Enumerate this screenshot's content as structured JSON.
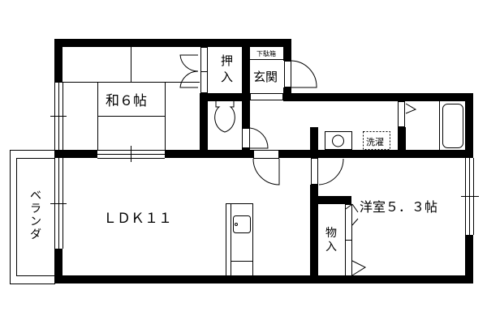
{
  "title": "Floor plan",
  "rooms": {
    "washitsu": "和６帖",
    "oshiire": [
      "押",
      "入"
    ],
    "genkan": "玄関",
    "getabako": "下駄箱",
    "ldk": "ＬＤＫ１１",
    "veranda": [
      "ベ",
      "ラ",
      "ン",
      "ダ"
    ],
    "sentaku": "洗濯",
    "youshitsu": "洋室５．３帖",
    "monoire": [
      "物",
      "入"
    ]
  },
  "colors": {
    "wall": "#000000",
    "background": "#ffffff"
  }
}
